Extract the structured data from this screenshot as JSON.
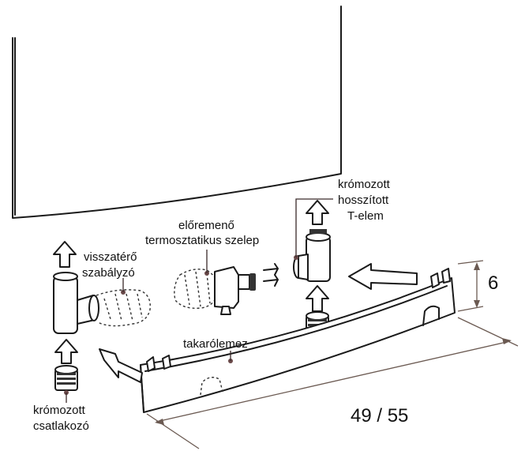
{
  "labels": {
    "return_regulator": [
      "visszatérő",
      "szabályzó"
    ],
    "flow_valve": [
      "előremenő",
      "termosztatikus szelep"
    ],
    "t_element": [
      "krómozott",
      "hosszított",
      "T-elem"
    ],
    "cover_plate": "takarólemez",
    "connector": [
      "krómozott",
      "csatlakozó"
    ]
  },
  "dimensions": {
    "height": "6",
    "width": "49 / 55"
  }
}
